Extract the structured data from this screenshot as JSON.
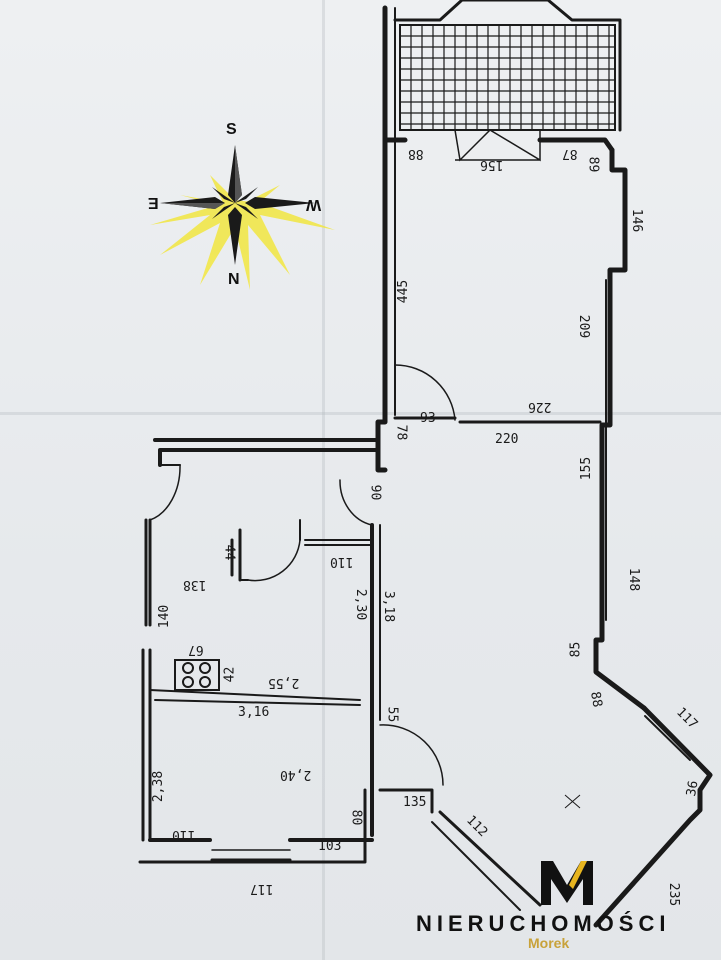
{
  "compass": {
    "north": "N",
    "south": "S",
    "east": "E",
    "west": "W"
  },
  "dimensions": {
    "balcony_left": "88",
    "balcony_door": "156",
    "balcony_right": "87",
    "balcony_corner": "89",
    "room_height": "445",
    "window_top": "146",
    "wall_right_upper": "209",
    "door_width": "93",
    "wall_226": "226",
    "wall_220": "220",
    "door_78": "78",
    "wall_155": "155",
    "wall_90": "90",
    "window_148": "148",
    "wall_85": "85",
    "wall_88": "88",
    "window_117": "117",
    "wall_44": "44",
    "wall_110_top": "110",
    "bath_138": "138",
    "bath_140": "140",
    "bath_230": "2,30",
    "bath_318": "3,18",
    "kitchen_67": "67",
    "kitchen_42": "42",
    "kitchen_255": "2,55",
    "kitchen_316": "3,16",
    "wall_55": "55",
    "room_238": "2,38",
    "room_240": "2,40",
    "wall_135": "135",
    "wall_80": "80",
    "wall_112": "112",
    "wall_110_bottom": "110",
    "wall_103": "103",
    "window_bottom": "117",
    "wall_235": "235",
    "wall_36": "36"
  },
  "brand": {
    "name": "NIERUCHOMOŚCI",
    "sub": "Morek"
  },
  "colors": {
    "ink": "#1a1a1a",
    "paper": "#e9ecef",
    "compass_glow": "#f2e640",
    "brand_gold": "#e7b51f"
  }
}
